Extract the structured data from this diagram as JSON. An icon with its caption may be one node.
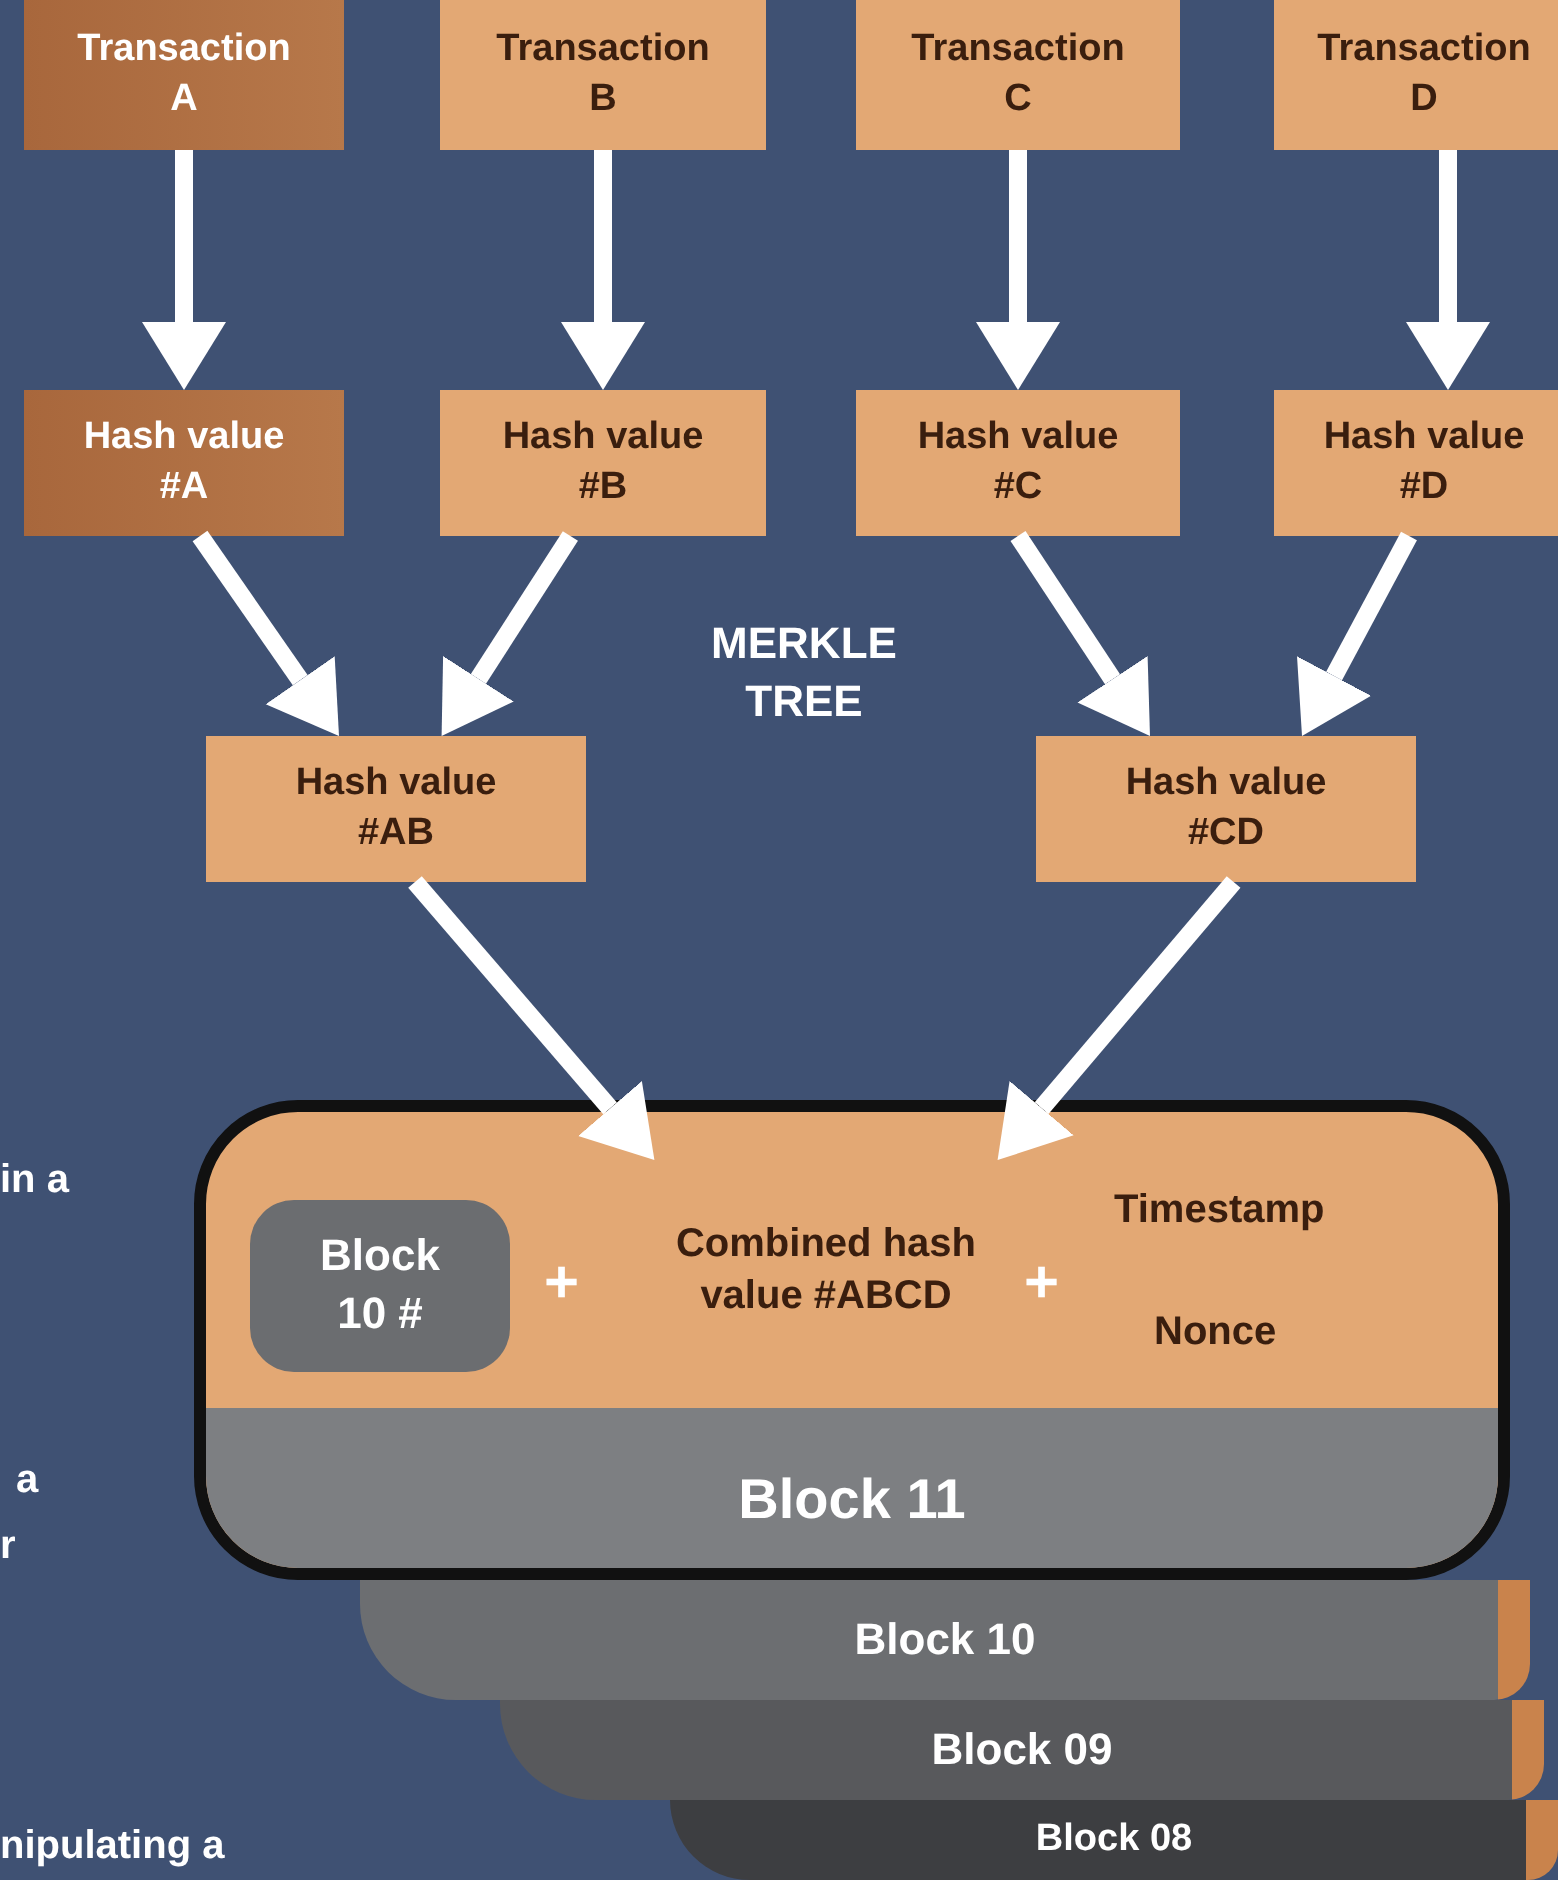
{
  "diagram": {
    "nodes": [
      {
        "text": [
          "Transaction A"
        ]
      },
      {
        "text": [
          "Transaction B"
        ]
      },
      {
        "text": [
          "Transaction C"
        ]
      },
      {
        "text": [
          "Transaction D"
        ]
      },
      {
        "text": [
          "Hash value #A"
        ]
      },
      {
        "text": [
          "Hash value #B"
        ]
      },
      {
        "text": [
          "Hash value #C"
        ]
      },
      {
        "text": [
          "Hash value #D"
        ]
      },
      {
        "text": [
          "Hash value #AB"
        ]
      },
      {
        "text": [
          "Hash value #CD"
        ]
      },
      {
        "text": [
          "Block 11"
        ]
      },
      {
        "text": [
          "Block 10 #"
        ],
        "in": 10
      },
      {
        "text": [
          "Combined hash value #ABCD"
        ],
        "in": 10
      },
      {
        "text": [
          "Block 10"
        ]
      },
      {
        "text": [
          "Block 09"
        ]
      },
      {
        "text": [
          "Block 08"
        ]
      }
    ],
    "edges": [
      {
        "from": 0,
        "to": 4,
        "arrow": "to"
      },
      {
        "from": 1,
        "to": 5,
        "arrow": "to"
      },
      {
        "from": 2,
        "to": 6,
        "arrow": "to"
      },
      {
        "from": 3,
        "to": 7,
        "arrow": "to"
      },
      {
        "from": 4,
        "to": 8,
        "arrow": "to"
      },
      {
        "from": 5,
        "to": 8,
        "arrow": "to"
      },
      {
        "from": 6,
        "to": 9,
        "arrow": "to"
      },
      {
        "from": 7,
        "to": 9,
        "arrow": "to"
      },
      {
        "from": 8,
        "to": 12,
        "arrow": "to"
      },
      {
        "from": 9,
        "to": 12,
        "arrow": "to"
      }
    ],
    "labels": [
      "MERKLE TREE",
      "in a",
      "+",
      "Timestamp",
      "+",
      "Nonce",
      "a",
      "r",
      "nipulating a"
    ]
  }
}
